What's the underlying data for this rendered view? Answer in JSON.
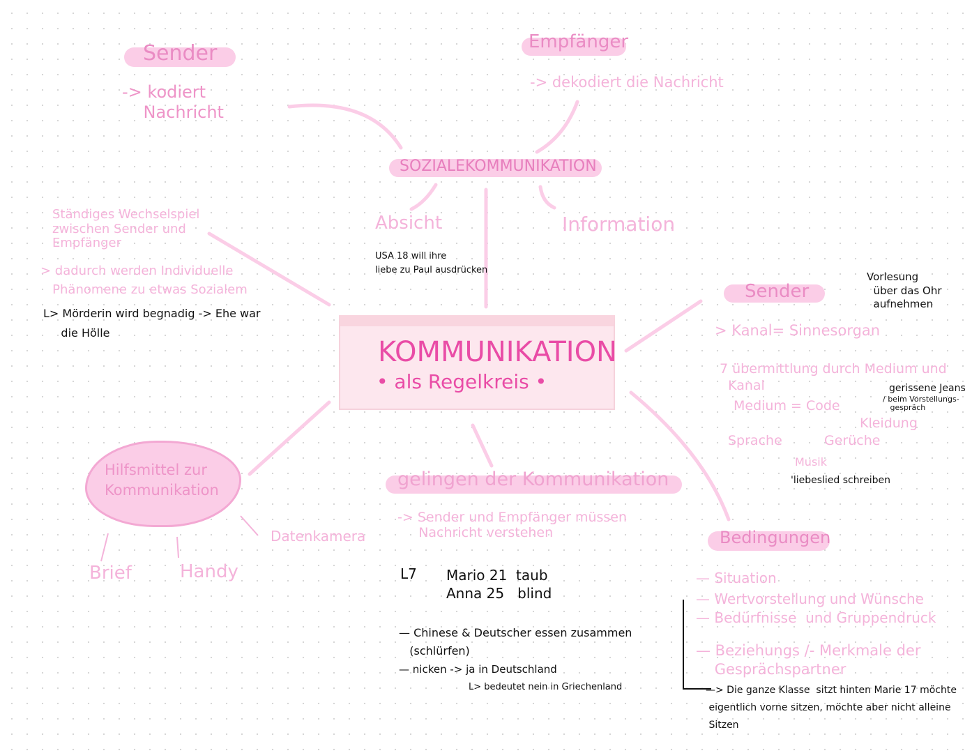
{
  "colors": {
    "accent": "#e94ca6",
    "light_pink": "#f4b3da",
    "highlight": "#fbcde7"
  },
  "center": {
    "title": "KOMMUNIKATION",
    "subtitle": "• als Regelkreis •"
  },
  "sozial": {
    "title": "SOZIALEKOMMUNIKATION",
    "absicht": "Absicht",
    "information": "Information",
    "example": "USA 18 will ihre\nliebe zu Paul ausdrücken"
  },
  "sender_top": {
    "title": "Sender",
    "text": "-> kodiert\n    Nachricht"
  },
  "empfaenger": {
    "title": "Empfänger",
    "text": "-> dekodiert die Nachricht"
  },
  "left_note": {
    "text": "Ständiges Wechselspiel\nzwischen Sender und\nEmpfänger",
    "text2": "> dadurch werden Individuelle\n   Phänomene zu etwas Sozialem",
    "example": "L> Mörderin wird begnadig -> Ehe war\n     die Hölle"
  },
  "hilfsmittel": {
    "title": "Hilfsmittel zur\nKommunikation",
    "items": [
      "Brief",
      "Handy",
      "Datenkamera"
    ]
  },
  "gelingen": {
    "title": "gelingen der Kommunikation",
    "text": "-> Sender und Empfänger müssen\n     Nachricht verstehen",
    "example1_arrow": "L7",
    "example1": "Mario 21  taub\nAnna 25   blind",
    "example2": "— Chinese & Deutscher essen zusammen\n   (schlürfen)",
    "example3": "— nicken -> ja in Deutschland",
    "example3b": "L> bedeutet nein in Griechenland"
  },
  "sender_right": {
    "title": "Sender",
    "kanal": "> Kanal= Sinnesorgan",
    "kanal_note": "Vorlesung\n  über das Ohr\n  aufnehmen",
    "uebermittlung": "7 übermittlung durch Medium und\n  Kanal",
    "medium": "Medium = Code",
    "items": [
      "Sprache",
      "Gerüche",
      "Musik",
      "Kleidung"
    ],
    "jeans": "gerissene Jeans",
    "jeans_note": "/ beim Vorstellungs-\n   gespräch",
    "musik_note": "'liebeslied schreiben"
  },
  "bedingungen": {
    "title": "Bedingungen",
    "items": [
      "— Situation",
      "— Wertvorstellung und Wünsche",
      "— Bedürfnisse  und Gruppendruck",
      "— Beziehungs /- Merkmale der\n    Gesprächspartner"
    ],
    "example": "—> Die ganze Klasse  sitzt hinten Marie 17 möchte\n eigentlich vorne sitzen, möchte aber nicht alleine\n Sitzen"
  }
}
